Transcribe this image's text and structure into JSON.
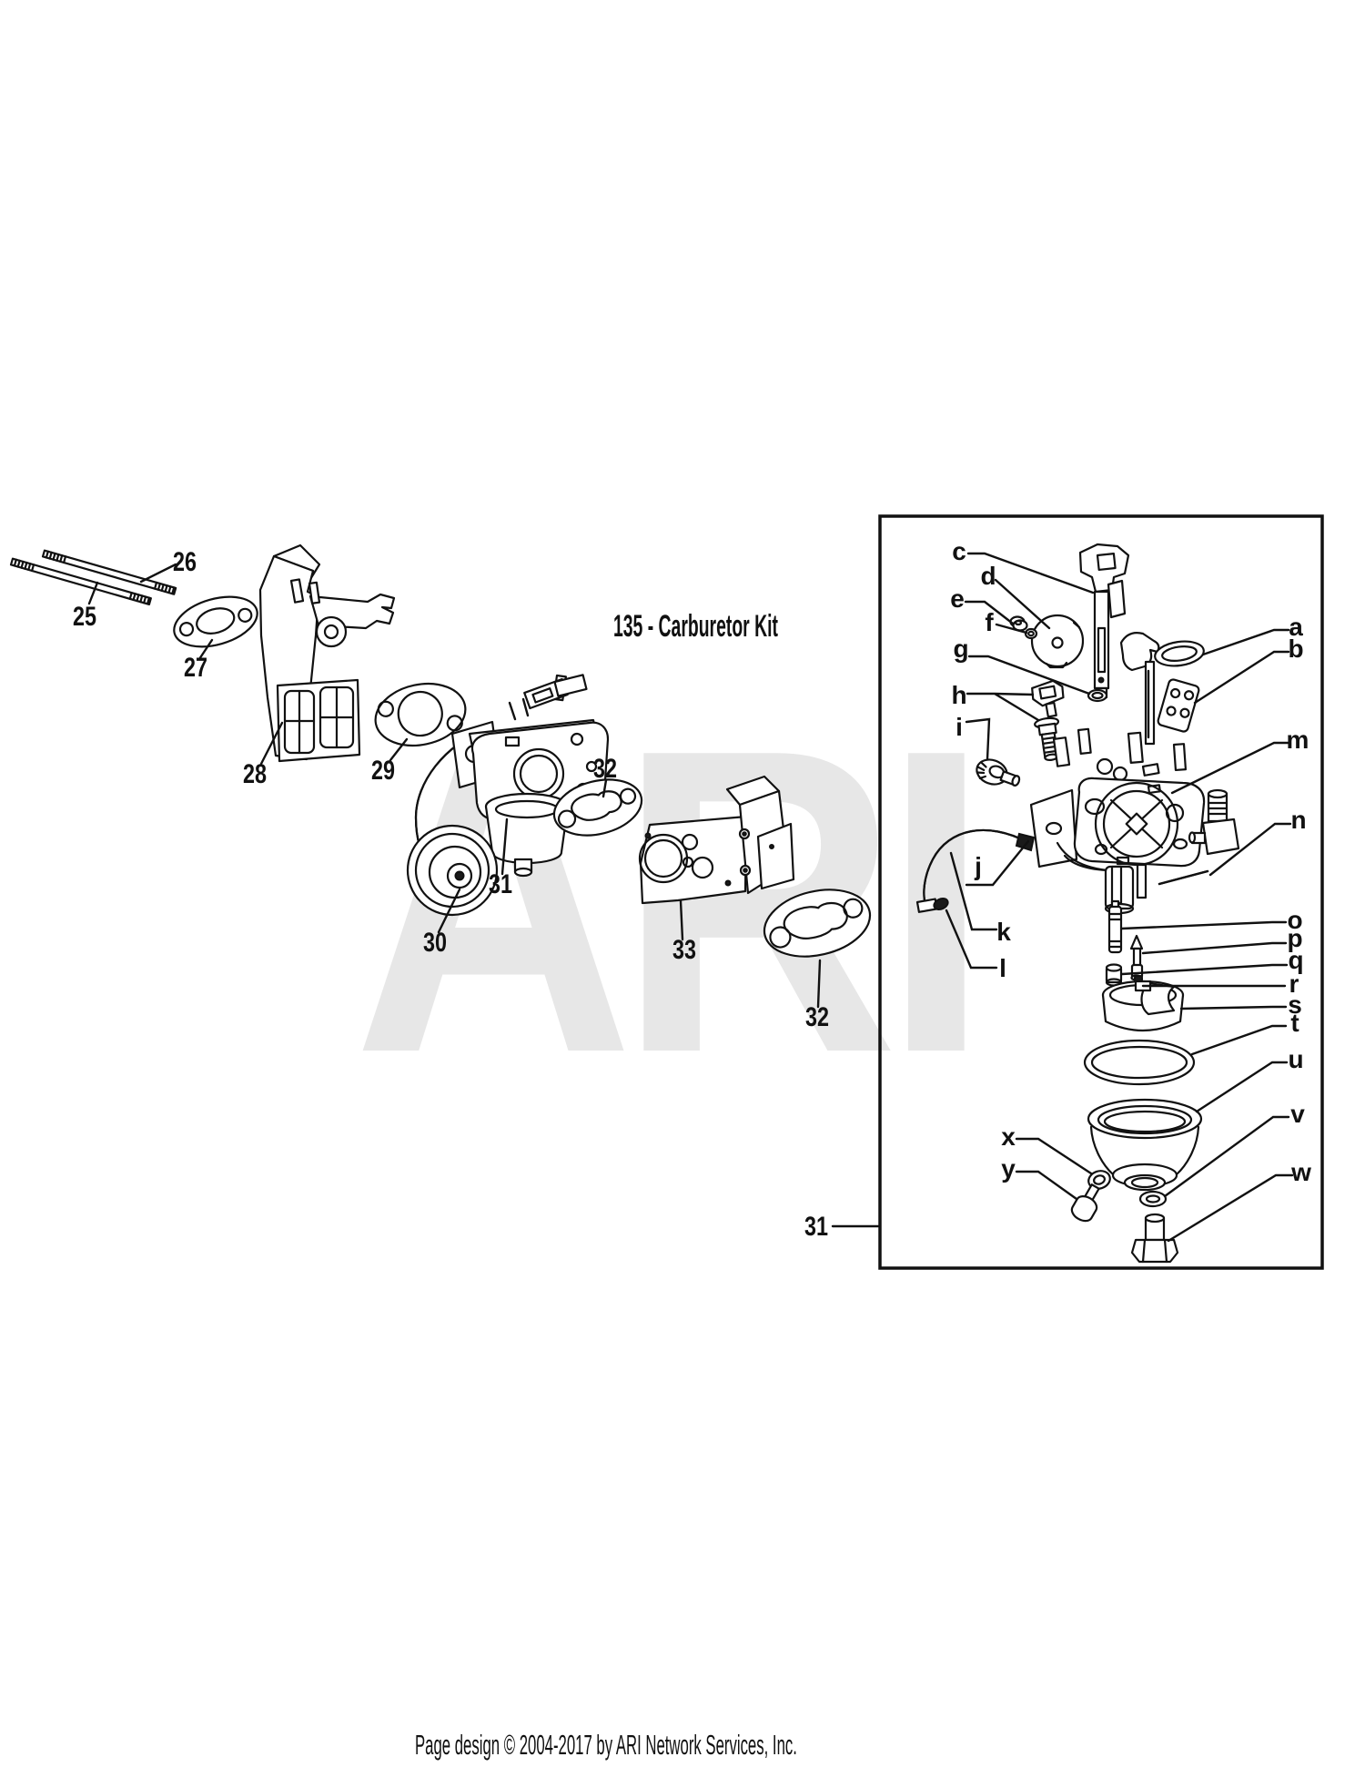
{
  "page": {
    "title": "135 - Carburetor Kit",
    "footer": "Page design © 2004-2017 by ARI Network Services, Inc.",
    "watermark": "ARI",
    "ink_color": "#111111",
    "watermark_color": "#e7e7e7"
  },
  "main_diagram": {
    "description": "exploded-parts-view",
    "callouts": [
      {
        "part": "25"
      },
      {
        "part": "26"
      },
      {
        "part": "27"
      },
      {
        "part": "28"
      },
      {
        "part": "29"
      },
      {
        "part": "30"
      },
      {
        "part": "31"
      },
      {
        "part": "32"
      },
      {
        "part": "33"
      },
      {
        "part": "32"
      }
    ]
  },
  "detail_box": {
    "description": "carburetor-kit-detail-view",
    "external_ref": "31",
    "callouts": [
      {
        "part": "a"
      },
      {
        "part": "b"
      },
      {
        "part": "c"
      },
      {
        "part": "d"
      },
      {
        "part": "e"
      },
      {
        "part": "f"
      },
      {
        "part": "g"
      },
      {
        "part": "h"
      },
      {
        "part": "i"
      },
      {
        "part": "j"
      },
      {
        "part": "k"
      },
      {
        "part": "l"
      },
      {
        "part": "m"
      },
      {
        "part": "n"
      },
      {
        "part": "o"
      },
      {
        "part": "p"
      },
      {
        "part": "q"
      },
      {
        "part": "r"
      },
      {
        "part": "s"
      },
      {
        "part": "t"
      },
      {
        "part": "u"
      },
      {
        "part": "v"
      },
      {
        "part": "w"
      },
      {
        "part": "x"
      },
      {
        "part": "y"
      }
    ]
  }
}
